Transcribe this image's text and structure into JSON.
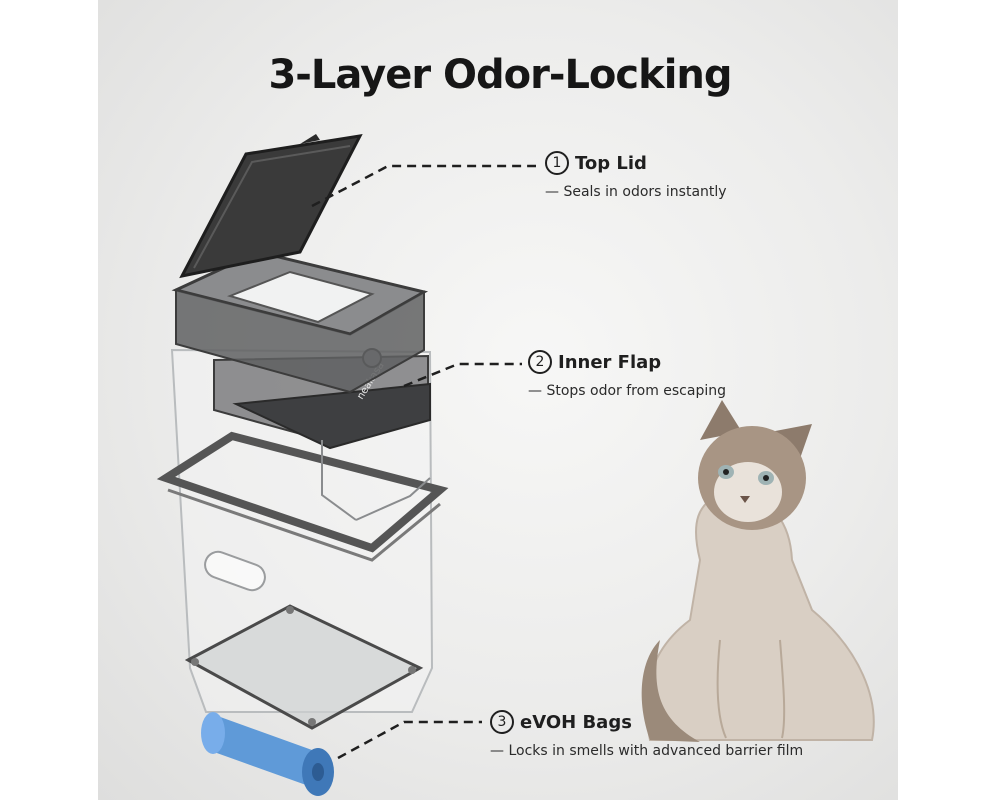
{
  "title": "3-Layer Odor-Locking",
  "brand_label": "neakasa",
  "callouts": [
    {
      "number": "1",
      "title": "Top Lid",
      "description": "— Seals in odors instantly"
    },
    {
      "number": "2",
      "title": "Inner Flap",
      "description": "— Stops odor from escaping"
    },
    {
      "number": "3",
      "title": "eVOH Bags",
      "description": "— Locks in smells with advanced barrier film"
    }
  ],
  "colors": {
    "text": "#1f1f1f",
    "lid": "#3a3a3a",
    "bag": "#5f9ad8"
  }
}
